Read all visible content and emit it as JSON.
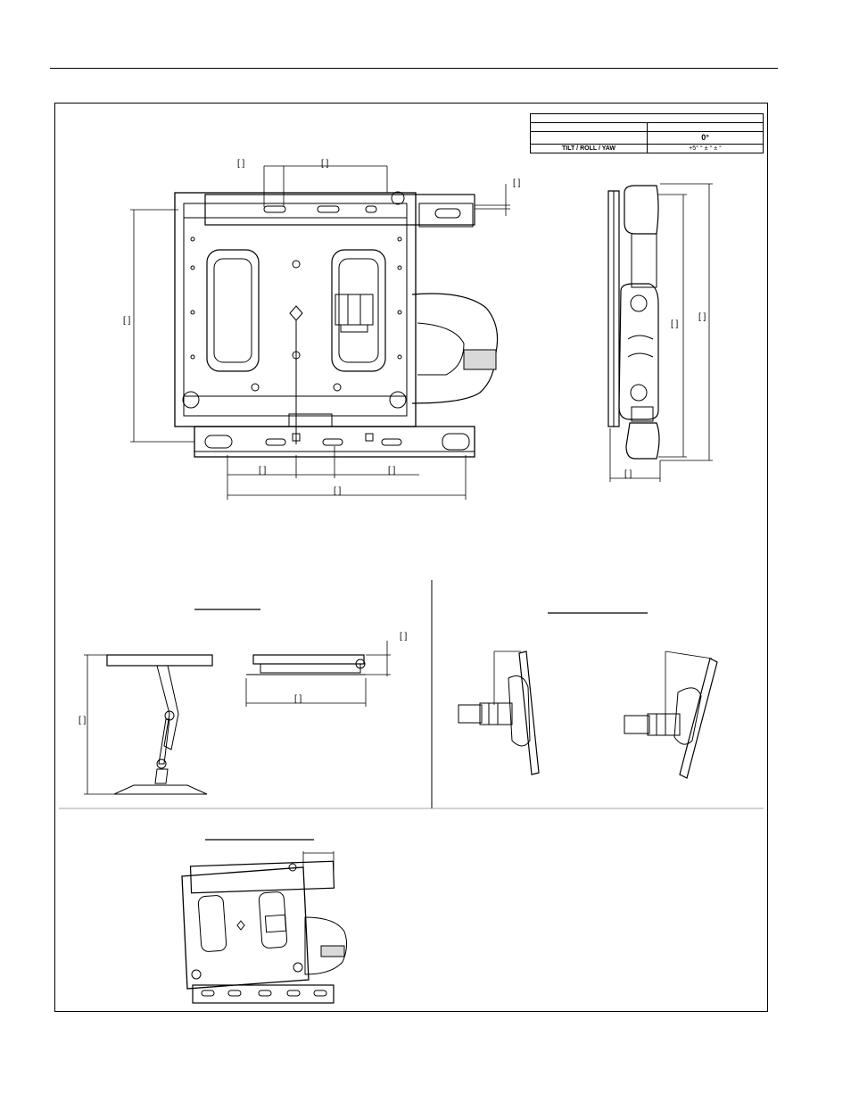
{
  "spec_table": {
    "row2_value": "0°",
    "adjust_label": "TILT / ROLL / YAW",
    "adjust_value": "+5°  °  ±  °  ±  °"
  },
  "colors": {
    "line": "#000000",
    "paper": "#ffffff",
    "shade": "#d9d9d9"
  }
}
